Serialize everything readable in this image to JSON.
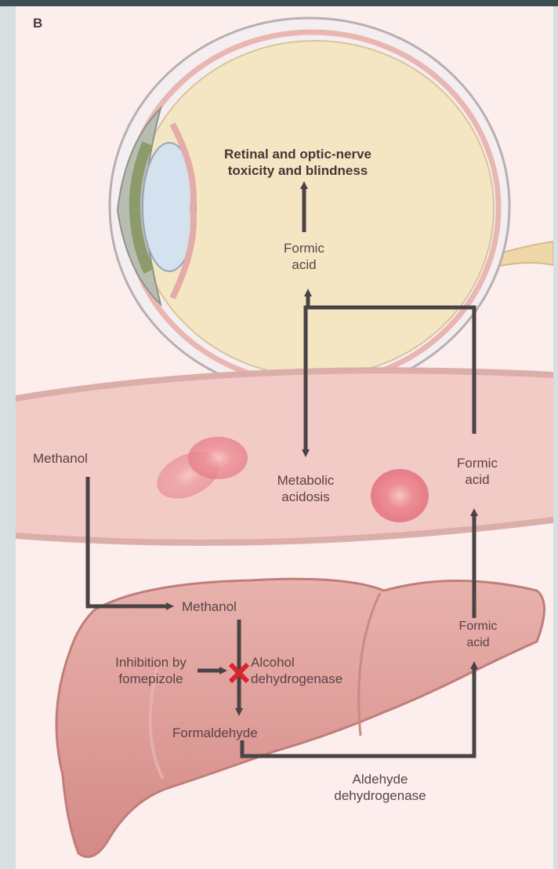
{
  "panel_label": "B",
  "eye": {
    "toxicity_line1": "Retinal and optic-nerve",
    "toxicity_line2": "toxicity and blindness",
    "formic_acid_line1": "Formic",
    "formic_acid_line2": "acid"
  },
  "vessel": {
    "methanol_source": "Methanol",
    "metabolic_line1": "Metabolic",
    "metabolic_line2": "acidosis",
    "formic_acid_line1": "Formic",
    "formic_acid_line2": "acid"
  },
  "liver": {
    "methanol": "Methanol",
    "inhibition_line1": "Inhibition by",
    "inhibition_line2": "fomepizole",
    "enzyme1_line1": "Alcohol",
    "enzyme1_line2": "dehydrogenase",
    "formaldehyde": "Formaldehyde",
    "formic_acid_line1": "Formic",
    "formic_acid_line2": "acid",
    "enzyme2_line1": "Aldehyde",
    "enzyme2_line2": "dehydrogenase"
  },
  "colors": {
    "arrow": "#4a4346",
    "block_mark": "#d8262b",
    "eye_fill": "#f3e6c4",
    "vessel_fill": "#f2cac6",
    "liver_fill": "#dc9793"
  }
}
